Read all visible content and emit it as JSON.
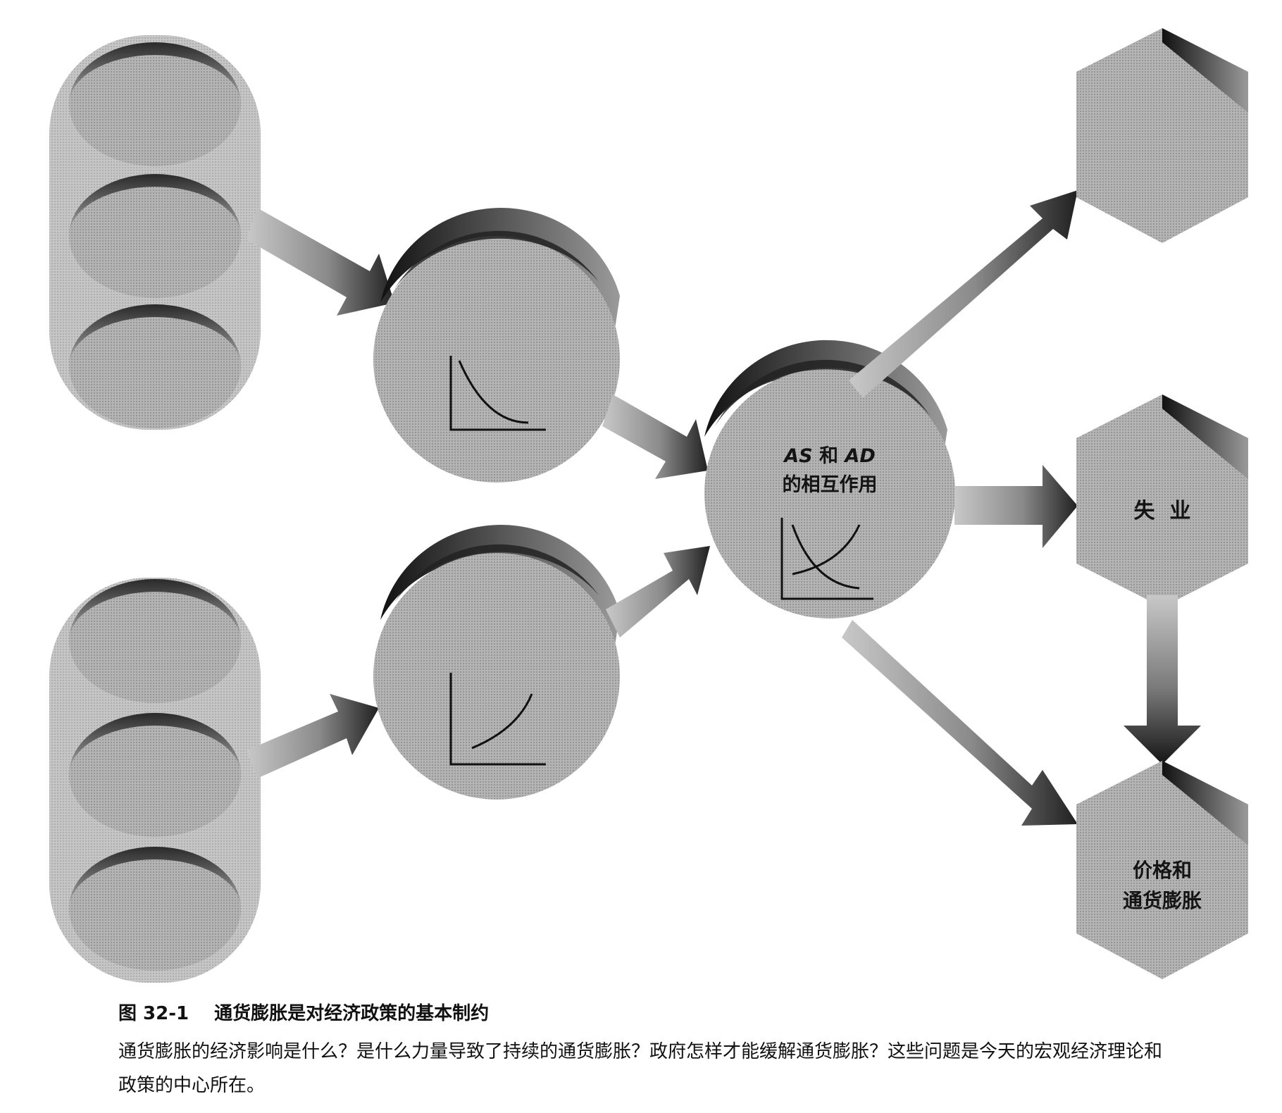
{
  "nodes": {
    "interaction": {
      "line1_prefix": "AS",
      "line1_middle": " 和 ",
      "line1_suffix": "AD",
      "line2": "的相互作用"
    },
    "unemployment": {
      "label": "失  业"
    },
    "inflation": {
      "line1": "价格和",
      "line2": "通货膨胀"
    }
  },
  "caption": {
    "number": "图 32-1",
    "title": "通货膨胀是对经济政策的基本制约",
    "body": "通货膨胀的经济影响是什么？是什么力量导致了持续的通货膨胀？政府怎样才能缓解通货膨胀？这些问题是今天的宏观经济理论和政策的中心所在。"
  }
}
